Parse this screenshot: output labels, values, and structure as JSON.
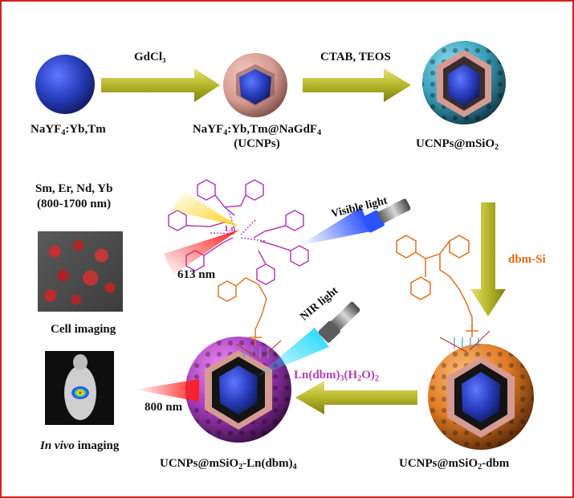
{
  "reagents": {
    "gdcl3": "GdCl₃",
    "ctab_teos": "CTAB, TEOS",
    "dbm_si": "dbm-Si",
    "ln_complex_pre": "Ln(dbm)",
    "ln_complex_sub1": "3",
    "ln_complex_mid": "(H",
    "ln_complex_sub2": "2",
    "ln_complex_post": "O)",
    "ln_complex_sub3": "2"
  },
  "particles": {
    "core": {
      "pre": "NaYF",
      "sub": "4",
      "post": ":Yb,Tm"
    },
    "core_shell": {
      "pre": "NaYF",
      "sub1": "4",
      "mid": ":Yb,Tm@NaGdF",
      "sub2": "4",
      "line2": "(UCNPs)"
    },
    "silica": {
      "pre": "UCNPs@mSiO",
      "sub": "2"
    },
    "dbm": {
      "pre": "UCNPs@mSiO",
      "sub": "2",
      "post": "-dbm"
    },
    "ln": {
      "pre": "UCNPs@mSiO",
      "sub": "2",
      "post": "-Ln(dbm)",
      "sub2": "4"
    }
  },
  "emission": {
    "ln_list": "Sm, Er, Nd, Yb",
    "range": "(800-1700 nm)",
    "nm613": "613 nm",
    "nm800": "800 nm",
    "visible": "Visible light",
    "nir": "NIR light",
    "ln_atom": "Ln"
  },
  "imaging": {
    "cell": "Cell imaging",
    "invivo_italic": "In vivo",
    "invivo_rest": " imaging"
  },
  "colors": {
    "frame": "#d42020",
    "arrow": "#c8c83a",
    "core": "#2a3fbf",
    "shell": "#d99a92",
    "silica": "#3fa4bf",
    "dbm_shell": "#e07a25",
    "ln_shell": "#a83bbb",
    "ligand": "#e0782a",
    "complex": "#b23fb8"
  }
}
